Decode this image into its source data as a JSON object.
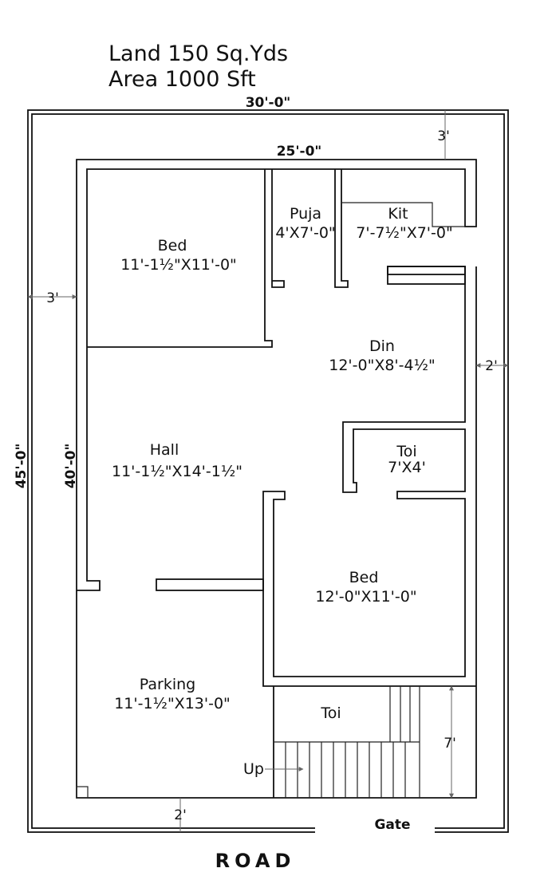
{
  "header": {
    "land": "Land 150 Sq.Yds",
    "area": "Area 1000 Sft"
  },
  "dimensions": {
    "plot_width": "30'-0\"",
    "inner_width": "25'-0\"",
    "setback_top": "3'",
    "setback_left": "3'",
    "setback_right": "2'",
    "setback_bottom": "2'",
    "plot_length": "45'-0\"",
    "inner_length": "40'-0\"",
    "stair_length": "7'"
  },
  "rooms": [
    {
      "name": "Bed",
      "size": "11'-1½\"X11'-0\""
    },
    {
      "name": "Puja",
      "size": "4'X7'-0\""
    },
    {
      "name": "Kit",
      "size": "7'-7½\"X7'-0\""
    },
    {
      "name": "Din",
      "size": "12'-0\"X8'-4½\""
    },
    {
      "name": "Hall",
      "size": "11'-1½\"X14'-1½\""
    },
    {
      "name": "Toi",
      "size": "7'X4'"
    },
    {
      "name": "Bed",
      "size": "12'-0\"X11'-0\""
    },
    {
      "name": "Parking",
      "size": "11'-1½\"X13'-0\""
    },
    {
      "name": "Toi",
      "size": ""
    }
  ],
  "labels": {
    "up": "Up",
    "gate": "Gate",
    "road": "ROAD"
  }
}
